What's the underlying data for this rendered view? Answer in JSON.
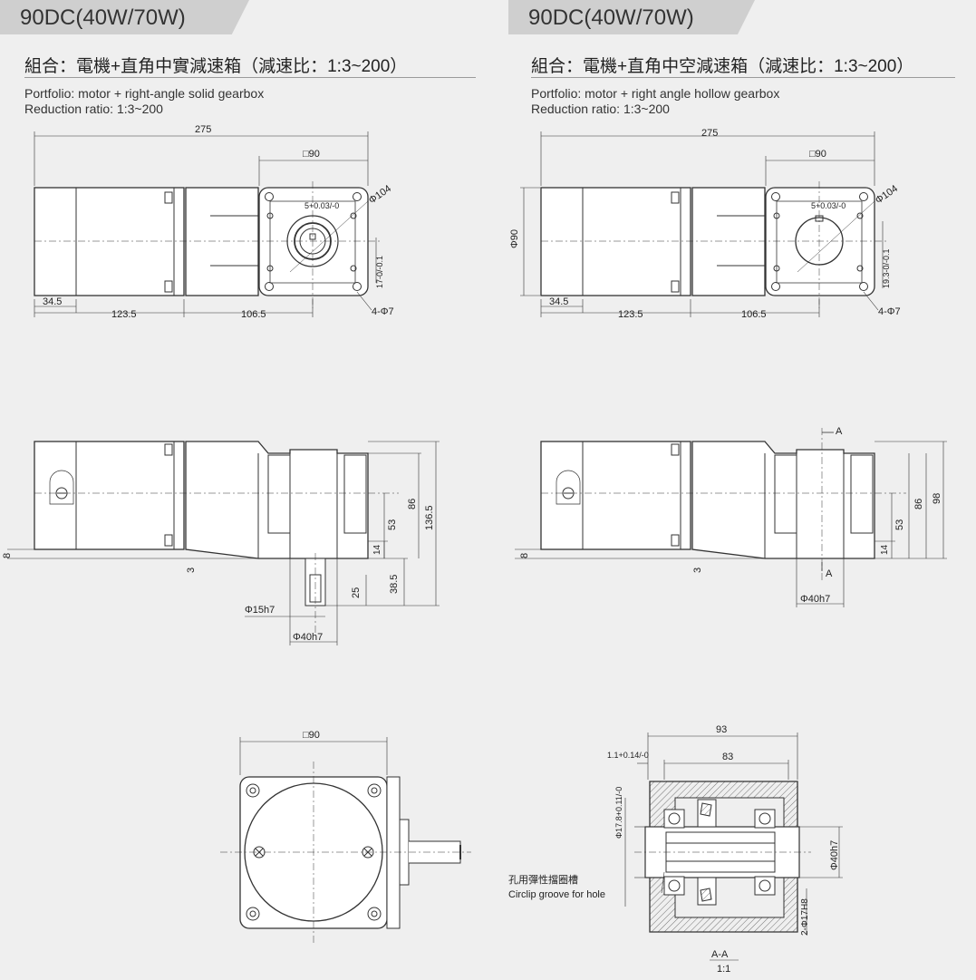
{
  "left": {
    "title": "90DC(40W/70W)",
    "subtitle": "組合：電機+直角中實減速箱（減速比：1:3~200）",
    "desc1": "Portfolio: motor + right-angle solid gearbox",
    "desc2": "Reduction ratio: 1:3~200",
    "dims": {
      "total": "275",
      "square": "□90",
      "flange_dia": "Φ104",
      "key": "5+0.03/-0",
      "key_height": "17-0/-0.1",
      "d1": "34.5",
      "d2": "123.5",
      "d3": "106.5",
      "holes": "4-Φ7",
      "side_8": "8",
      "side_3": "3",
      "h53": "53",
      "h86": "86",
      "h136": "136.5",
      "h14": "14",
      "h38": "38.5",
      "h25": "25",
      "shaft": "Φ15h7",
      "pilot": "Φ40h7"
    },
    "front_square": "□90"
  },
  "right": {
    "title": "90DC(40W/70W)",
    "subtitle": "組合：電機+直角中空減速箱（減速比：1:3~200）",
    "desc1": "Portfolio: motor + right angle hollow gearbox",
    "desc2": "Reduction ratio: 1:3~200",
    "dims": {
      "total": "275",
      "square": "□90",
      "flange_dia": "Φ104",
      "body_dia": "Φ90",
      "key": "5+0.03/-0",
      "key_height": "19.3-0/-0.1",
      "d1": "34.5",
      "d2": "123.5",
      "d3": "106.5",
      "holes": "4-Φ7",
      "side_8": "8",
      "side_3": "3",
      "h53": "53",
      "h86": "86",
      "h98": "98",
      "h14": "14",
      "pilot": "Φ40h7",
      "sec_a": "A"
    },
    "section": {
      "w93": "93",
      "w83": "83",
      "groove_w": "1.1+0.14/-0",
      "dia178": "Φ17.8+0.11/-0",
      "dia40": "Φ40h7",
      "dia17": "2-Φ17H8",
      "note_cn": "孔用彈性擋圈槽",
      "note_en": "Circlip groove for hole",
      "caption": "A-A",
      "scale": "1:1"
    }
  }
}
